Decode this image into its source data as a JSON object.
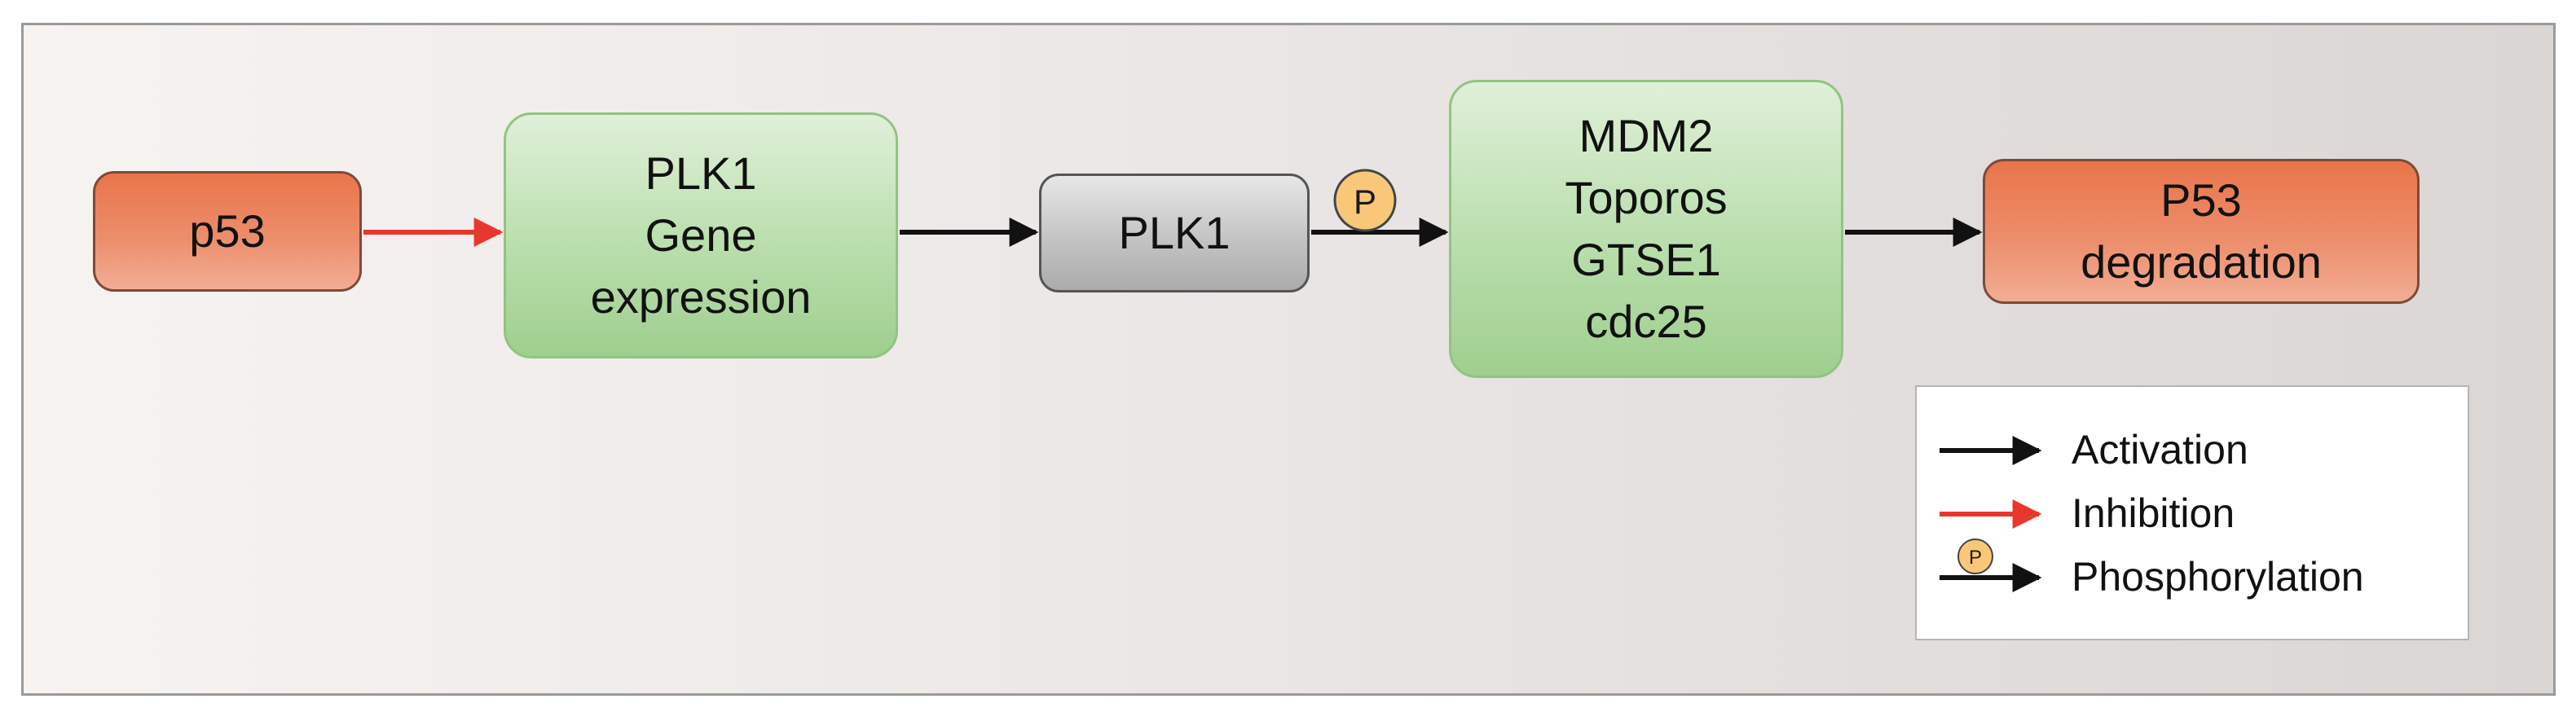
{
  "diagram": {
    "nodes": [
      {
        "id": "p53",
        "lines": [
          "p53"
        ]
      },
      {
        "id": "plk1-gene-expression",
        "lines": [
          "PLK1",
          "Gene",
          "expression"
        ]
      },
      {
        "id": "plk1",
        "lines": [
          "PLK1"
        ]
      },
      {
        "id": "targets",
        "lines": [
          "MDM2",
          "Toporos",
          "GTSE1",
          "cdc25"
        ]
      },
      {
        "id": "p53-degradation",
        "lines": [
          "P53",
          "degradation"
        ]
      }
    ],
    "edges": [
      {
        "from": "p53",
        "to": "plk1-gene-expression",
        "type": "inhibition"
      },
      {
        "from": "plk1-gene-expression",
        "to": "plk1",
        "type": "activation"
      },
      {
        "from": "plk1",
        "to": "targets",
        "type": "phosphorylation"
      },
      {
        "from": "targets",
        "to": "p53-degradation",
        "type": "activation"
      }
    ],
    "phospho_marker": "P",
    "colors": {
      "activation": "#111111",
      "inhibition": "#e8372c",
      "p53_node": "#ec8d6a",
      "gene_node": "#b9deac",
      "plk1_node": "#c4c4c4",
      "phospho_marker": "#f8c878"
    }
  },
  "legend": {
    "items": [
      {
        "type": "activation",
        "label": "Activation"
      },
      {
        "type": "inhibition",
        "label": "Inhibition"
      },
      {
        "type": "phosphorylation",
        "label": "Phosphorylation"
      }
    ]
  }
}
